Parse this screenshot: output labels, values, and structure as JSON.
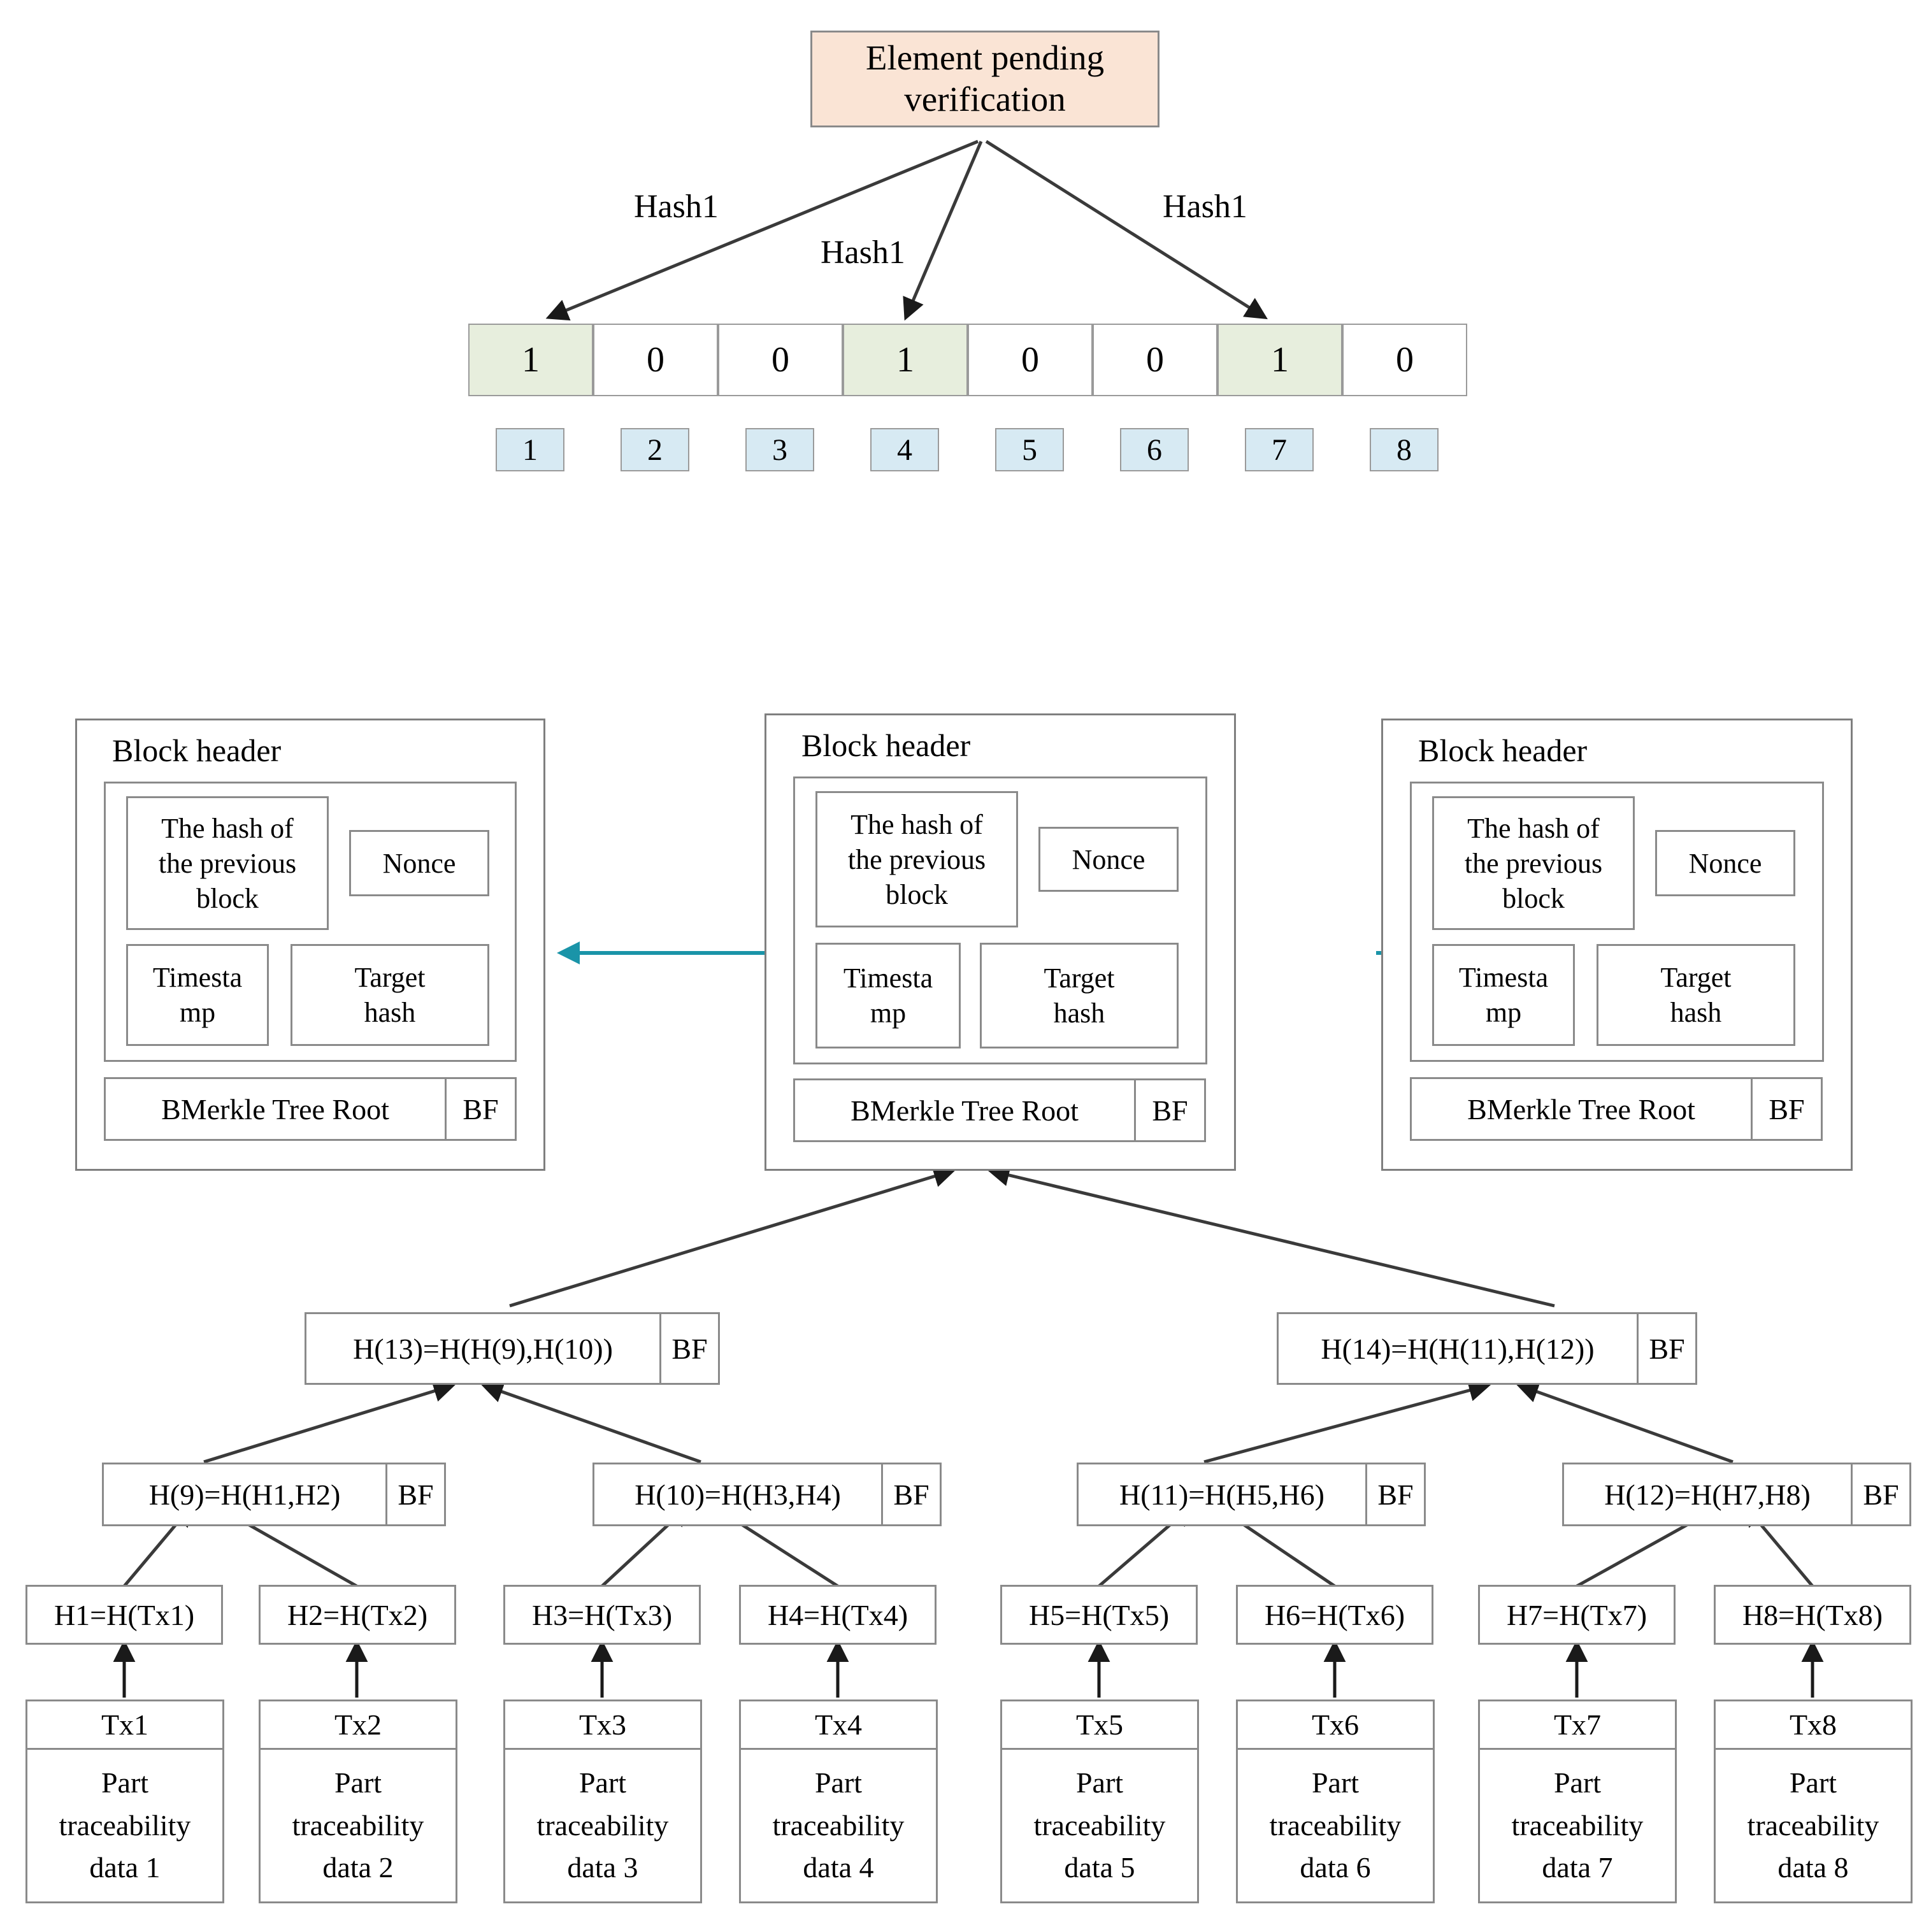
{
  "bloom": {
    "pending_label": "Element pending\nverification",
    "hash_labels": [
      "Hash1",
      "Hash1",
      "Hash1"
    ],
    "bits": [
      "1",
      "0",
      "0",
      "1",
      "0",
      "0",
      "1",
      "0"
    ],
    "bits_on": [
      true,
      false,
      false,
      true,
      false,
      false,
      true,
      false
    ],
    "indices": [
      "1",
      "2",
      "3",
      "4",
      "5",
      "6",
      "7",
      "8"
    ],
    "colors": {
      "pending_fill": "#fae4d5",
      "bit_on_fill": "#e7eedd",
      "bit_off_fill": "#ffffff",
      "index_fill": "#d7eaf3",
      "chain_arrow": "#1a94a8",
      "stroke": "#808080"
    }
  },
  "blockchain": {
    "blocks": [
      {
        "title": "Block header",
        "prev_hash": "The hash of\nthe previous\nblock",
        "nonce": "Nonce",
        "timestamp": "Timesta\nmp",
        "target_hash": "Target\nhash",
        "merkle_root": "BMerkle Tree Root",
        "bf": "BF"
      },
      {
        "title": "Block header",
        "prev_hash": "The hash of\nthe previous\nblock",
        "nonce": "Nonce",
        "timestamp": "Timesta\nmp",
        "target_hash": "Target\nhash",
        "merkle_root": "BMerkle Tree Root",
        "bf": "BF"
      },
      {
        "title": "Block header",
        "prev_hash": "The hash of\nthe previous\nblock",
        "nonce": "Nonce",
        "timestamp": "Timesta\nmp",
        "target_hash": "Target\nhash",
        "merkle_root": "BMerkle Tree Root",
        "bf": "BF"
      }
    ]
  },
  "merkle": {
    "level2": [
      {
        "label": "H(13)=H(H(9),H(10))",
        "bf": "BF"
      },
      {
        "label": "H(14)=H(H(11),H(12))",
        "bf": "BF"
      }
    ],
    "level1": [
      {
        "label": "H(9)=H(H1,H2)",
        "bf": "BF"
      },
      {
        "label": "H(10)=H(H3,H4)",
        "bf": "BF"
      },
      {
        "label": "H(11)=H(H5,H6)",
        "bf": "BF"
      },
      {
        "label": "H(12)=H(H7,H8)",
        "bf": "BF"
      }
    ],
    "leaves": [
      "H1=H(Tx1)",
      "H2=H(Tx2)",
      "H3=H(Tx3)",
      "H4=H(Tx4)",
      "H5=H(Tx5)",
      "H6=H(Tx6)",
      "H7=H(Tx7)",
      "H8=H(Tx8)"
    ],
    "transactions": [
      {
        "tx": "Tx1",
        "body": "Part\ntraceability\ndata 1"
      },
      {
        "tx": "Tx2",
        "body": "Part\ntraceability\ndata 2"
      },
      {
        "tx": "Tx3",
        "body": "Part\ntraceability\ndata 3"
      },
      {
        "tx": "Tx4",
        "body": "Part\ntraceability\ndata 4"
      },
      {
        "tx": "Tx5",
        "body": "Part\ntraceability\ndata 5"
      },
      {
        "tx": "Tx6",
        "body": "Part\ntraceability\ndata 6"
      },
      {
        "tx": "Tx7",
        "body": "Part\ntraceability\ndata 7"
      },
      {
        "tx": "Tx8",
        "body": "Part\ntraceability\ndata 8"
      }
    ]
  }
}
